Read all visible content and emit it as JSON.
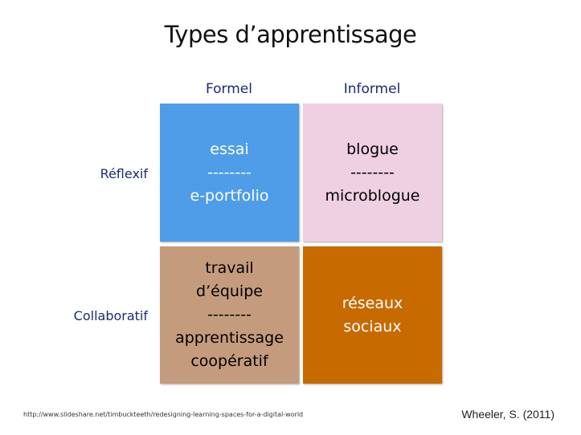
{
  "title": "Types d’apprentissage",
  "columns": {
    "formal": "Formel",
    "informal": "Informel"
  },
  "rows": {
    "reflexive": "Réflexif",
    "collaborative": "Collaboratif"
  },
  "cells": {
    "reflexive_formal": {
      "lines": [
        "essai",
        "--------",
        "e-portfolio"
      ],
      "color": "#4f9de8",
      "text_color": "#ffffff"
    },
    "reflexive_informal": {
      "lines": [
        "blogue",
        "--------",
        "microblogue"
      ],
      "color": "#efd0e2",
      "text_color": "#000000"
    },
    "collaborative_formal": {
      "lines": [
        "travail",
        "d’équipe",
        "--------",
        "apprentissage",
        "coopératif"
      ],
      "color": "#c49c7d",
      "text_color": "#000000"
    },
    "collaborative_informal": {
      "lines": [
        "réseaux",
        "sociaux"
      ],
      "color": "#c76a00",
      "text_color": "#ffffff"
    }
  },
  "footer": {
    "url": "http://www.slideshare.net/timbuckteeth/redesigning-learning-spaces-for-a-digital-world",
    "citation": "Wheeler, S. (2011)"
  }
}
